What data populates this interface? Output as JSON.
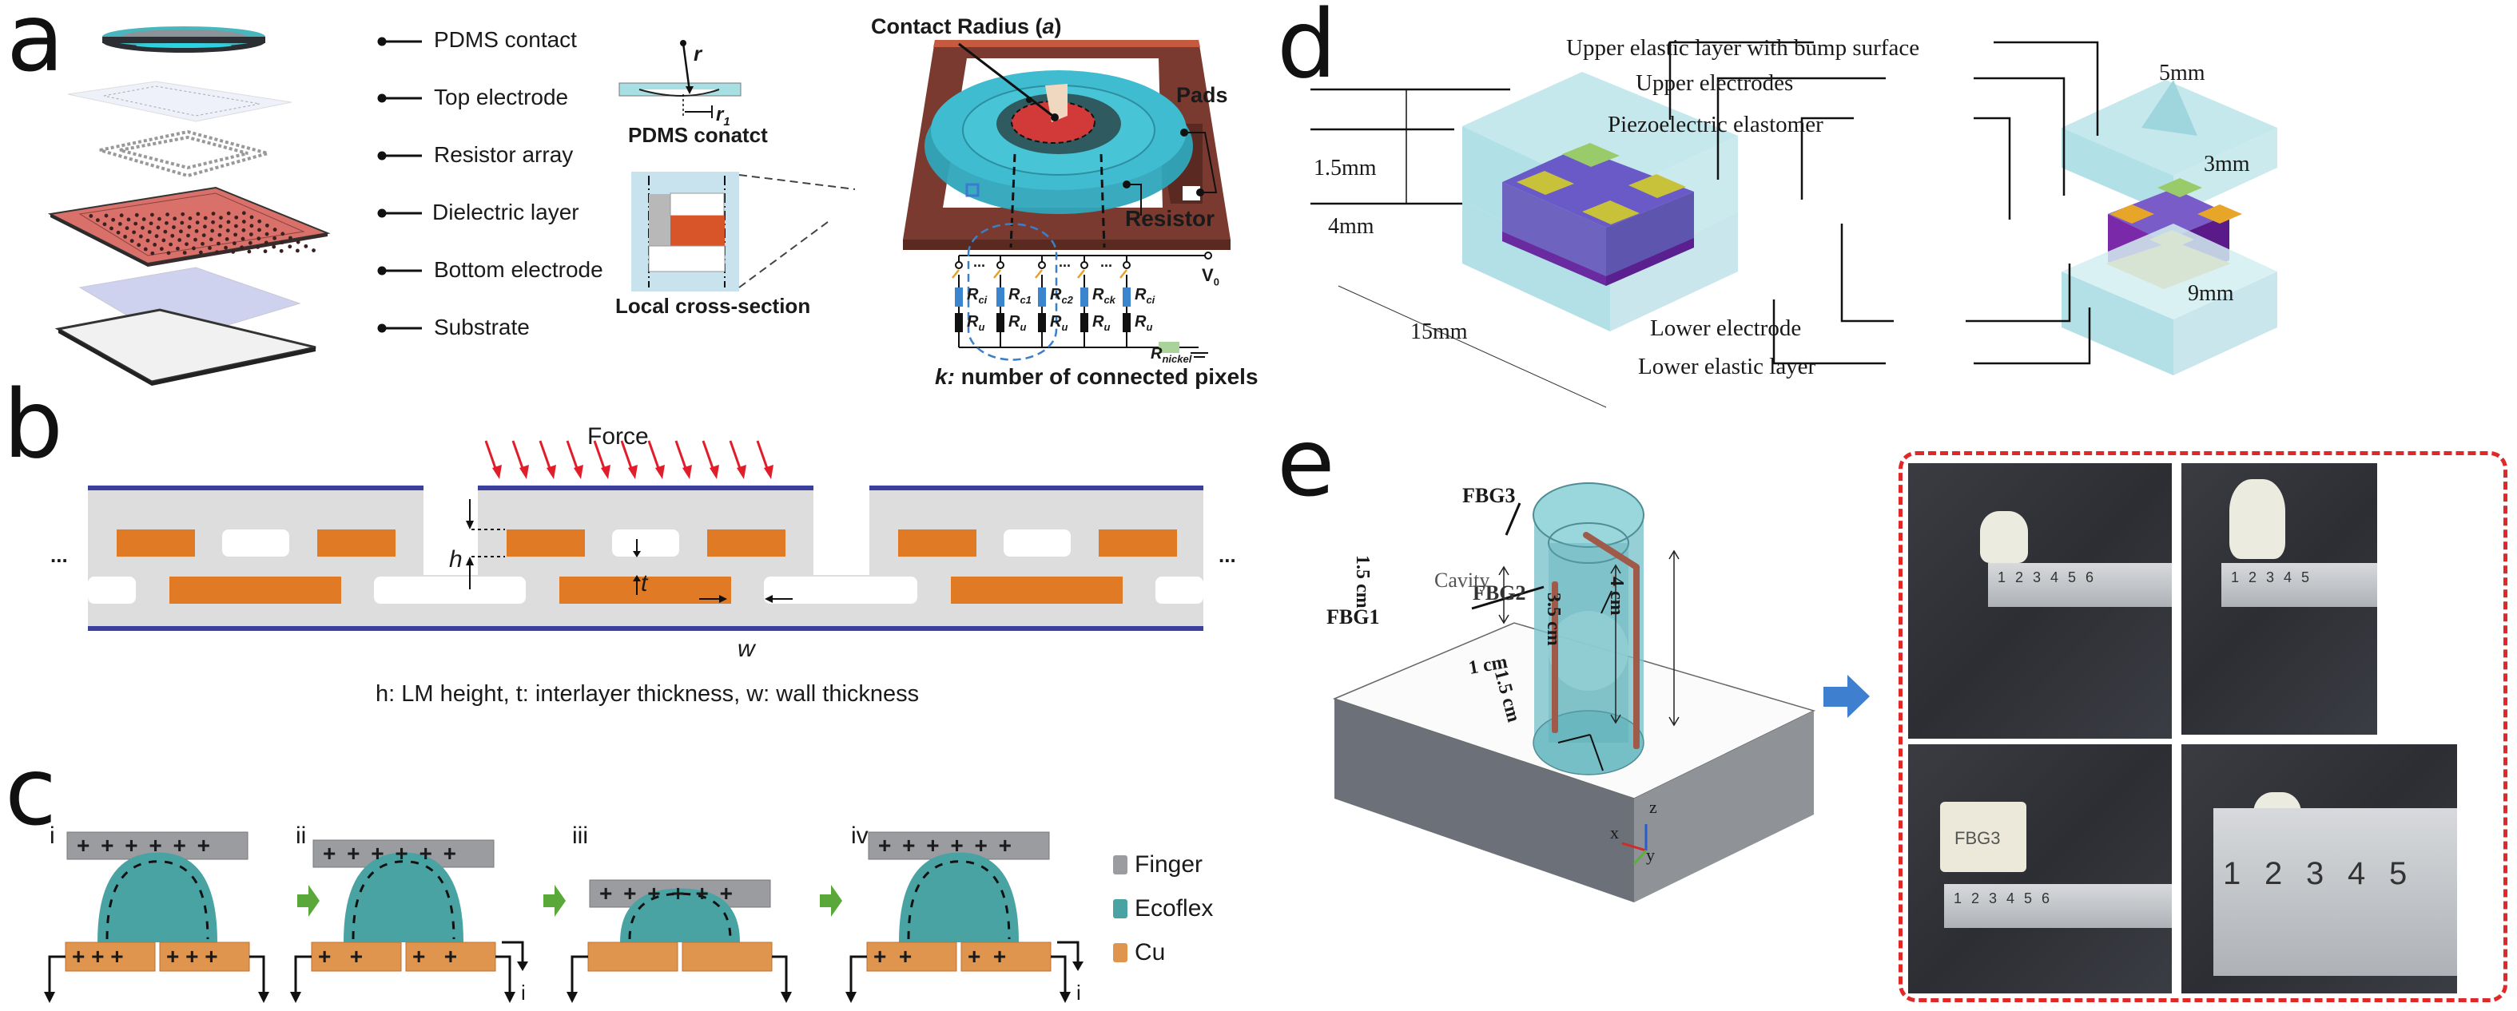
{
  "panels": {
    "a": {
      "letter": "a",
      "layers": [
        "PDMS contact",
        "Top electrode",
        "Resistor array",
        "Dielectric layer",
        "Bottom electrode",
        "Substrate"
      ],
      "inset_pdms_label": "PDMS conatct",
      "inset_r": "r",
      "inset_r1": "r",
      "inset_r1_sub": "1",
      "inset_cross_section_label": "Local cross-section",
      "contact_radius_label": "Contact Radius (",
      "contact_radius_var": "a",
      "contact_radius_close": ")",
      "pads_label": "Pads",
      "resistor_label": "Resistor",
      "v0_label": "V",
      "v0_sub": "0",
      "circuit_rc": [
        {
          "main": "R",
          "sub": "ci"
        },
        {
          "main": "R",
          "sub": "c1"
        },
        {
          "main": "R",
          "sub": "c2"
        },
        {
          "main": "R",
          "sub": "ck"
        },
        {
          "main": "R",
          "sub": "ci"
        }
      ],
      "circuit_ru": {
        "main": "R",
        "sub": "u"
      },
      "r_nickel": {
        "main": "R",
        "sub": "nickel"
      },
      "ellipsis": "...",
      "caption_var": "k:",
      "caption_text": " number of connected pixels"
    },
    "b": {
      "letter": "b",
      "force_label": "Force",
      "h_label": "h",
      "t_label": "t",
      "w_label": "w",
      "ellipsis": "...",
      "caption": "h: LM height, t: interlayer thickness, w: wall thickness"
    },
    "c": {
      "letter": "c",
      "steps": [
        {
          "label": "i",
          "finger_charges": "+ + + + + +",
          "cu_left": "+ + +",
          "cu_right": "+ + +"
        },
        {
          "label": "ii",
          "finger_charges": "+ + + + + +",
          "cu_left": "+   +",
          "cu_right": "+   +"
        },
        {
          "label": "iii",
          "finger_charges": "+ + + + + +",
          "cu_left": "",
          "cu_right": ""
        },
        {
          "label": "iv",
          "finger_charges": "+ + + + + +",
          "cu_left": "+  +",
          "cu_right": "+  +"
        }
      ],
      "current_label": "i",
      "legend": [
        {
          "label": "Finger",
          "color": "#9a9ca0"
        },
        {
          "label": "Ecoflex",
          "color": "#4aa3a3"
        },
        {
          "label": "Cu",
          "color": "#e0954f"
        }
      ]
    },
    "d": {
      "letter": "d",
      "labels": {
        "upper_elastic": "Upper elastic layer with bump surface",
        "upper_electrodes": "Upper electrodes",
        "piezo": "Piezoelectric elastomer",
        "lower_electrode": "Lower electrode",
        "lower_elastic": "Lower elastic layer"
      },
      "dims": {
        "d1": "1.5mm",
        "d2": "4mm",
        "d3": "15mm",
        "d4": "5mm",
        "d5": "3mm",
        "d6": "9mm"
      }
    },
    "e": {
      "letter": "e",
      "labels": {
        "fbg1": "FBG1",
        "fbg2": "FBG2",
        "fbg3": "FBG3",
        "cavity": "Cavity"
      },
      "dims": {
        "h1": "1.5 cm",
        "h2": "3.5 cm",
        "h3": "4 cm",
        "r1": "1 cm",
        "r2": "1.5 cm"
      },
      "axes": {
        "x": "x",
        "y": "y",
        "z": "z"
      },
      "photos": [
        {
          "ruler_numbers": [
            "1",
            "2",
            "3",
            "4",
            "5",
            "6"
          ]
        },
        {
          "ruler_numbers": [
            "1",
            "2",
            "3",
            "4",
            "5"
          ]
        },
        {
          "ruler_numbers": [
            "1",
            "2",
            "3",
            "4",
            "5",
            "6"
          ],
          "marking": "FBG3"
        },
        {
          "ruler_numbers": [
            "1",
            "2",
            "3",
            "4",
            "5"
          ]
        }
      ]
    }
  },
  "colors": {
    "cu_orange": "#e07a24",
    "pdms_gray": "#dcdcdc",
    "electrode_blue": "#3b3f9e",
    "force_red": "#e11d2a",
    "teal": "#4aa3a3",
    "green_arrow": "#5aa83a",
    "dashed_red": "#e02828",
    "blue_arrow": "#3f7fcf",
    "dielectric_red": "#d96a60"
  }
}
